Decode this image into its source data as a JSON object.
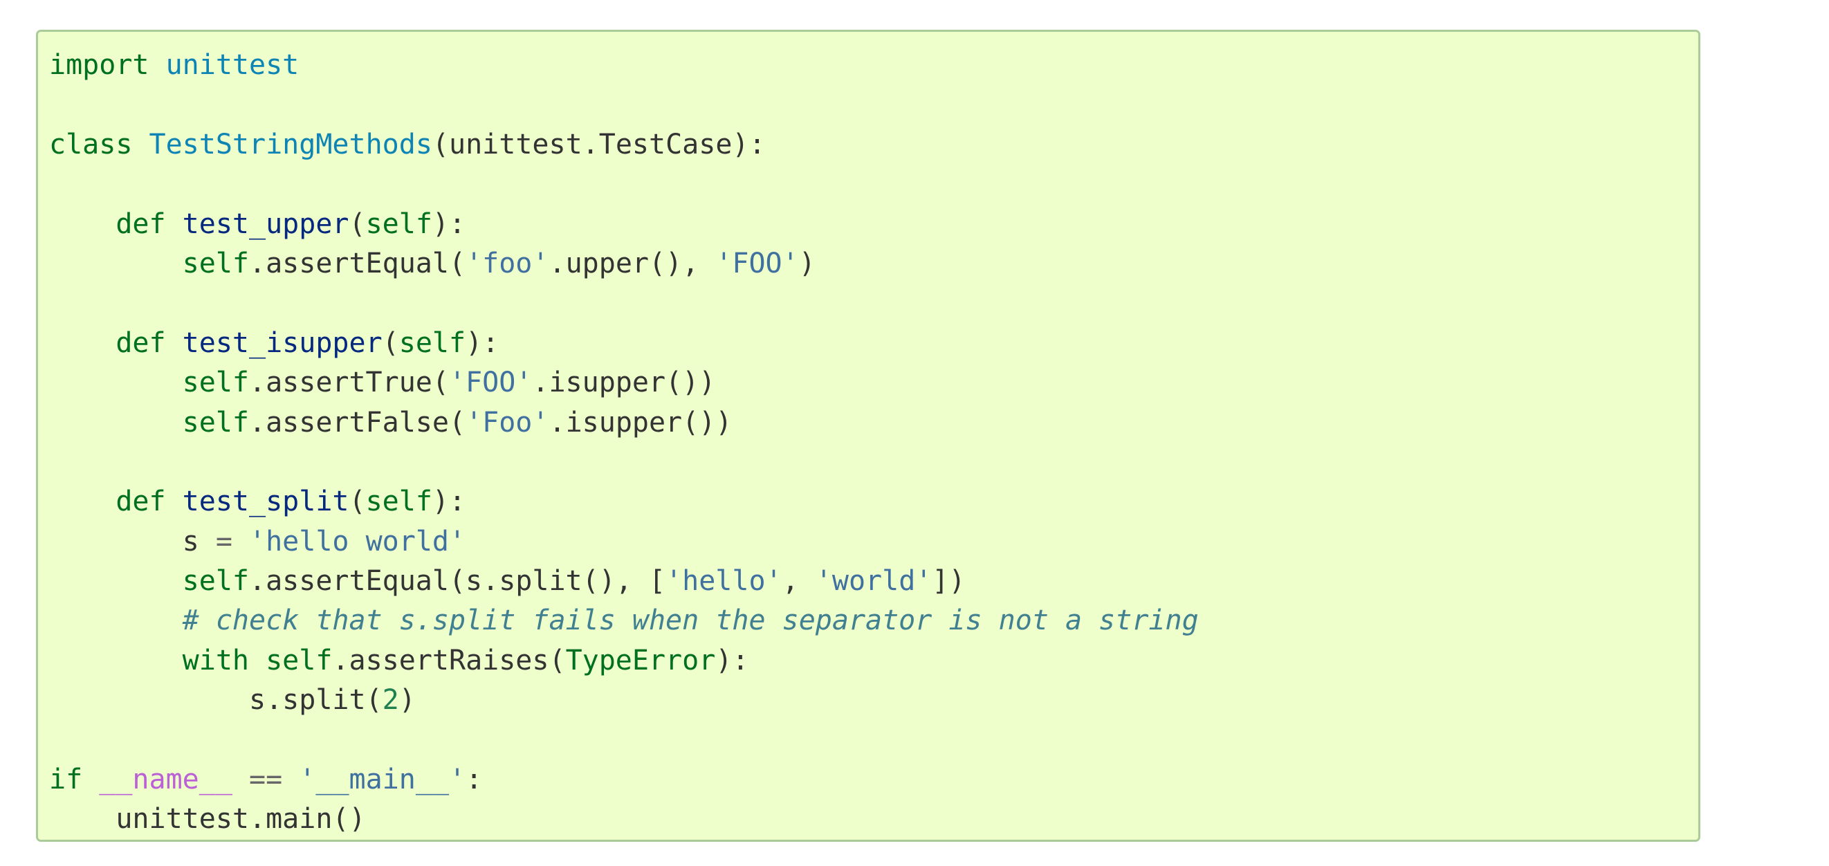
{
  "code": {
    "lines": [
      [
        {
          "t": "import",
          "c": "k"
        },
        {
          "t": " ",
          "c": "p"
        },
        {
          "t": "unittest",
          "c": "nn"
        }
      ],
      [],
      [
        {
          "t": "class",
          "c": "k"
        },
        {
          "t": " ",
          "c": "p"
        },
        {
          "t": "TestStringMethods",
          "c": "nc"
        },
        {
          "t": "(unittest.TestCase):",
          "c": "p"
        }
      ],
      [],
      [
        {
          "t": "    ",
          "c": "p"
        },
        {
          "t": "def",
          "c": "k"
        },
        {
          "t": " ",
          "c": "p"
        },
        {
          "t": "test_upper",
          "c": "nf"
        },
        {
          "t": "(",
          "c": "p"
        },
        {
          "t": "self",
          "c": "bp"
        },
        {
          "t": "):",
          "c": "p"
        }
      ],
      [
        {
          "t": "        ",
          "c": "p"
        },
        {
          "t": "self",
          "c": "bp"
        },
        {
          "t": ".assertEqual(",
          "c": "p"
        },
        {
          "t": "'foo'",
          "c": "s"
        },
        {
          "t": ".upper(), ",
          "c": "p"
        },
        {
          "t": "'FOO'",
          "c": "s"
        },
        {
          "t": ")",
          "c": "p"
        }
      ],
      [],
      [
        {
          "t": "    ",
          "c": "p"
        },
        {
          "t": "def",
          "c": "k"
        },
        {
          "t": " ",
          "c": "p"
        },
        {
          "t": "test_isupper",
          "c": "nf"
        },
        {
          "t": "(",
          "c": "p"
        },
        {
          "t": "self",
          "c": "bp"
        },
        {
          "t": "):",
          "c": "p"
        }
      ],
      [
        {
          "t": "        ",
          "c": "p"
        },
        {
          "t": "self",
          "c": "bp"
        },
        {
          "t": ".assertTrue(",
          "c": "p"
        },
        {
          "t": "'FOO'",
          "c": "s"
        },
        {
          "t": ".isupper())",
          "c": "p"
        }
      ],
      [
        {
          "t": "        ",
          "c": "p"
        },
        {
          "t": "self",
          "c": "bp"
        },
        {
          "t": ".assertFalse(",
          "c": "p"
        },
        {
          "t": "'Foo'",
          "c": "s"
        },
        {
          "t": ".isupper())",
          "c": "p"
        }
      ],
      [],
      [
        {
          "t": "    ",
          "c": "p"
        },
        {
          "t": "def",
          "c": "k"
        },
        {
          "t": " ",
          "c": "p"
        },
        {
          "t": "test_split",
          "c": "nf"
        },
        {
          "t": "(",
          "c": "p"
        },
        {
          "t": "self",
          "c": "bp"
        },
        {
          "t": "):",
          "c": "p"
        }
      ],
      [
        {
          "t": "        s ",
          "c": "p"
        },
        {
          "t": "=",
          "c": "o"
        },
        {
          "t": " ",
          "c": "p"
        },
        {
          "t": "'hello world'",
          "c": "s"
        }
      ],
      [
        {
          "t": "        ",
          "c": "p"
        },
        {
          "t": "self",
          "c": "bp"
        },
        {
          "t": ".assertEqual(s.split(), [",
          "c": "p"
        },
        {
          "t": "'hello'",
          "c": "s"
        },
        {
          "t": ", ",
          "c": "p"
        },
        {
          "t": "'world'",
          "c": "s"
        },
        {
          "t": "])",
          "c": "p"
        }
      ],
      [
        {
          "t": "        ",
          "c": "p"
        },
        {
          "t": "# check that s.split fails when the separator is not a string",
          "c": "c"
        }
      ],
      [
        {
          "t": "        ",
          "c": "p"
        },
        {
          "t": "with",
          "c": "k"
        },
        {
          "t": " ",
          "c": "p"
        },
        {
          "t": "self",
          "c": "bp"
        },
        {
          "t": ".assertRaises(",
          "c": "p"
        },
        {
          "t": "TypeError",
          "c": "ne"
        },
        {
          "t": "):",
          "c": "p"
        }
      ],
      [
        {
          "t": "            s.split(",
          "c": "p"
        },
        {
          "t": "2",
          "c": "mi"
        },
        {
          "t": ")",
          "c": "p"
        }
      ],
      [],
      [
        {
          "t": "if",
          "c": "k"
        },
        {
          "t": " ",
          "c": "p"
        },
        {
          "t": "__name__",
          "c": "vm"
        },
        {
          "t": " ",
          "c": "p"
        },
        {
          "t": "==",
          "c": "o"
        },
        {
          "t": " ",
          "c": "p"
        },
        {
          "t": "'__main__'",
          "c": "s"
        },
        {
          "t": ":",
          "c": "p"
        }
      ],
      [
        {
          "t": "    unittest.main()",
          "c": "p"
        }
      ]
    ]
  }
}
